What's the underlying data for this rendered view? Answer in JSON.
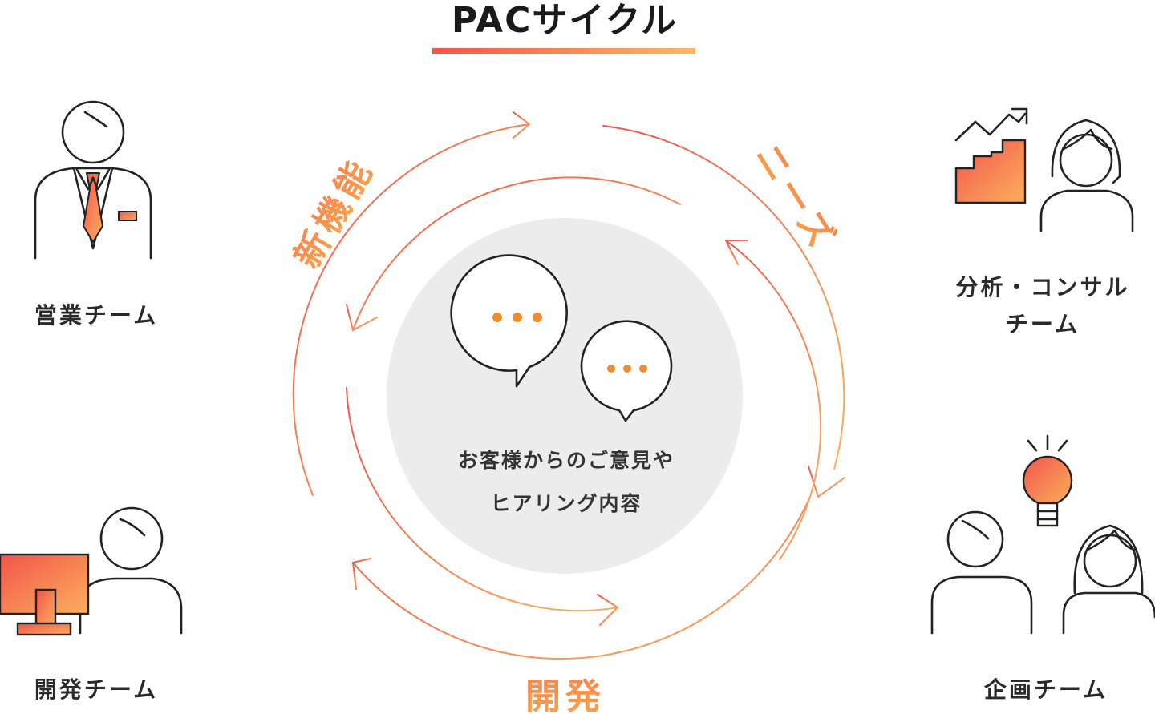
{
  "title": "PACサイクル",
  "center": {
    "line1": "お客様からのご意見や",
    "line2": "ヒアリング内容"
  },
  "cycle_labels": {
    "new_feature": "新機能",
    "needs": "ニーズ",
    "development": "開発"
  },
  "teams": {
    "sales": "営業チーム",
    "analysis_line1": "分析・コンサル",
    "analysis_line2": "チーム",
    "dev": "開発チーム",
    "planning": "企画チーム"
  },
  "speech_bubble_dots": "•••",
  "colors": {
    "accent_red": "#f2544c",
    "accent_orange": "#f9a24b",
    "accent_yellow": "#fbb869",
    "circle_bg": "#ececec"
  },
  "icons": {
    "sales": "businessman-icon",
    "analysis": "growth-chart-woman-icon",
    "dev": "computer-person-icon",
    "planning": "lightbulb-people-icon",
    "center": "speech-bubbles-icon"
  }
}
